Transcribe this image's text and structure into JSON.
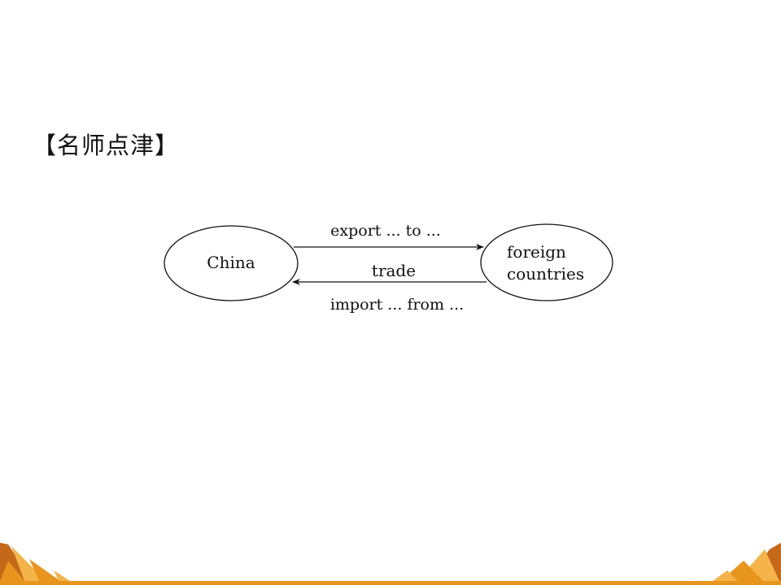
{
  "heading": "【名师点津】",
  "diagram": {
    "left_node": "China",
    "right_node_line1": "foreign",
    "right_node_line2": "countries",
    "top_arrow_label": "export ... to ...",
    "middle_label": "trade",
    "bottom_arrow_label": "import ... from ..."
  },
  "theme": {
    "accent": "#e8951e",
    "accent_dark": "#c4681a",
    "accent_light": "#f4b44a"
  }
}
